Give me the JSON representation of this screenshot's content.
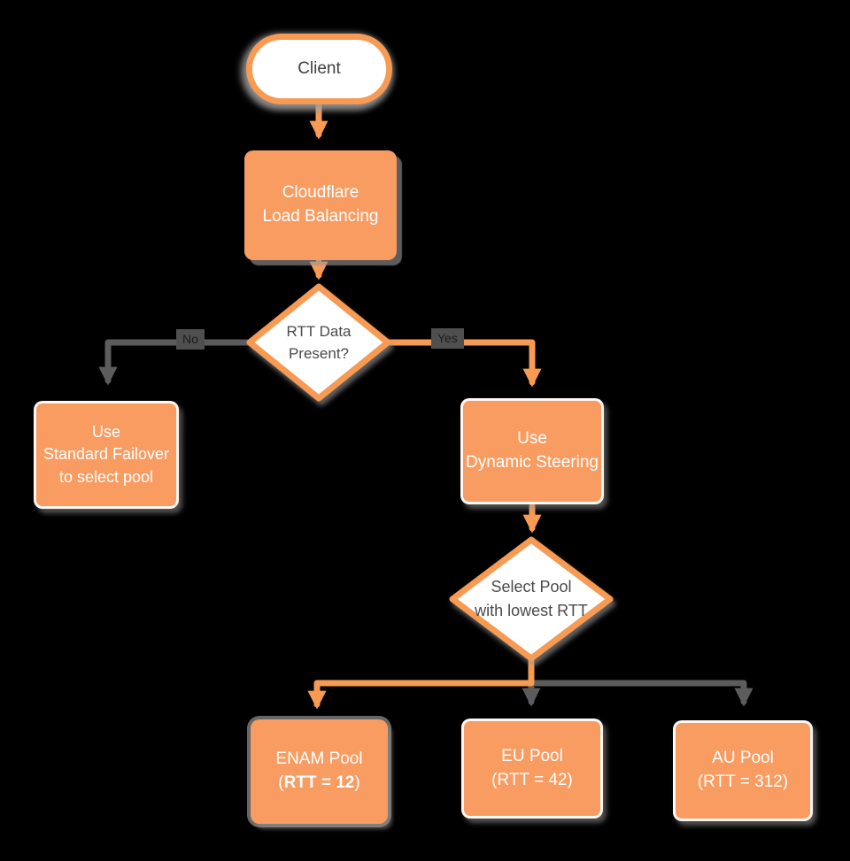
{
  "diagram": {
    "title": "Cloudflare Load Balancing dynamic steering flowchart",
    "type": "flowchart"
  },
  "colors": {
    "canvas_bg": "#000000",
    "orange_fill": "#F89C61",
    "orange_stroke": "#F79A54",
    "gray_line": "#5C5C5C",
    "label_bg": "#4F4F4F",
    "label_text": "#1C1C1C",
    "dark_text": "#4A4A4A",
    "node_text": "#FFFFFF"
  },
  "nodes": {
    "client": {
      "label": "Client",
      "shape": "stadium"
    },
    "load_balancer": {
      "lines": [
        "Cloudflare",
        "Load Balancing"
      ],
      "shape": "rect"
    },
    "rtt_decision": {
      "lines": [
        "RTT Data",
        "Present?"
      ],
      "shape": "diamond"
    },
    "standard_failover": {
      "lines": [
        "Use",
        "Standard Failover",
        "to select pool"
      ],
      "shape": "rect"
    },
    "dynamic_steering": {
      "lines": [
        "Use",
        "Dynamic Steering"
      ],
      "shape": "rect"
    },
    "select_pool": {
      "lines": [
        "Select Pool",
        "with lowest RTT"
      ],
      "shape": "diamond"
    },
    "enam_pool": {
      "title": "ENAM Pool",
      "rtt_open": "(",
      "rtt_value": "RTT = 12",
      "rtt_close": ")",
      "shape": "rect"
    },
    "eu_pool": {
      "title": "EU Pool",
      "rtt": "(RTT = 42)",
      "shape": "rect"
    },
    "au_pool": {
      "title": "AU Pool",
      "rtt": "(RTT = 312)",
      "shape": "rect"
    }
  },
  "edges": [
    {
      "from": "client",
      "to": "load_balancer",
      "color": "orange"
    },
    {
      "from": "load_balancer",
      "to": "rtt_decision",
      "color": "orange"
    },
    {
      "from": "rtt_decision",
      "to": "standard_failover",
      "label": "No",
      "color": "gray"
    },
    {
      "from": "rtt_decision",
      "to": "dynamic_steering",
      "label": "Yes",
      "color": "orange"
    },
    {
      "from": "dynamic_steering",
      "to": "select_pool",
      "color": "orange"
    },
    {
      "from": "select_pool",
      "to": "enam_pool",
      "color": "orange"
    },
    {
      "from": "select_pool",
      "to": "eu_pool",
      "color": "gray"
    },
    {
      "from": "select_pool",
      "to": "au_pool",
      "color": "gray"
    }
  ]
}
